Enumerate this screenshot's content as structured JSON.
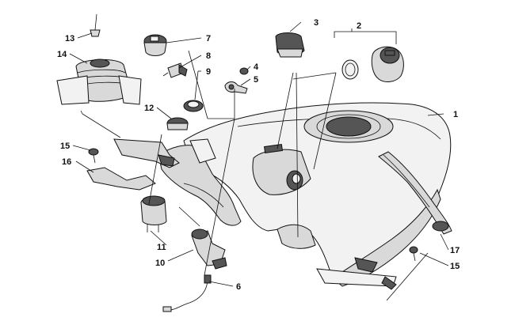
{
  "callouts": [
    {
      "id": "c1",
      "text": "1"
    },
    {
      "id": "c2",
      "text": "2"
    },
    {
      "id": "c3",
      "text": "3"
    },
    {
      "id": "c4",
      "text": "4"
    },
    {
      "id": "c5",
      "text": "5"
    },
    {
      "id": "c6",
      "text": "6"
    },
    {
      "id": "c7",
      "text": "7"
    },
    {
      "id": "c8",
      "text": "8"
    },
    {
      "id": "c9",
      "text": "9"
    },
    {
      "id": "c10",
      "text": "10"
    },
    {
      "id": "c11",
      "text": "11"
    },
    {
      "id": "c12",
      "text": "12"
    },
    {
      "id": "c13",
      "text": "13"
    },
    {
      "id": "c14",
      "text": "14"
    },
    {
      "id": "c15a",
      "text": "15"
    },
    {
      "id": "c16",
      "text": "16"
    },
    {
      "id": "c17",
      "text": "17"
    },
    {
      "id": "c15b",
      "text": "15"
    }
  ],
  "icons": {
    "fuel_tank": "fuel-tank-icon",
    "fuel_cap": "fuel-cap-icon",
    "key": "key-icon",
    "boot": "boot-icon",
    "strap": "strap-icon"
  }
}
